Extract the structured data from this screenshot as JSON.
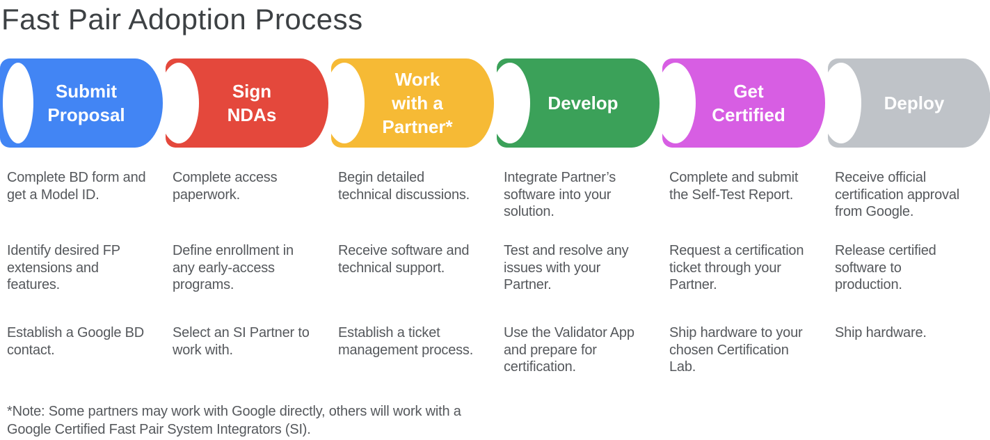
{
  "title": "Fast Pair Adoption Process",
  "note": "*Note: Some partners may work with Google directly, others will work with a\nGoogle Certified Fast Pair System Integrators (SI).",
  "colors": {
    "blue": "#4285F4",
    "red": "#E4483C",
    "yellow": "#F6BA35",
    "green": "#3BA159",
    "magenta": "#D75EE3",
    "gray": "#BFC3C8",
    "title_text": "#3d4144",
    "body_text": "#55585c",
    "stage_text": "#ffffff"
  },
  "stages": [
    {
      "label": "Submit\nProposal",
      "color": "#4285F4",
      "items": [
        "Complete BD form and\nget a Model ID.",
        "Identify desired FP\nextensions and\nfeatures.",
        "Establish a Google BD\ncontact."
      ]
    },
    {
      "label": "Sign\nNDAs",
      "color": "#E4483C",
      "items": [
        "Complete access\npaperwork.",
        "Define enrollment in\nany early-access\nprograms.",
        "Select an SI Partner to\nwork with."
      ]
    },
    {
      "label": "Work\nwith a\nPartner*",
      "color": "#F6BA35",
      "items": [
        "Begin detailed\ntechnical discussions.",
        "Receive software and\ntechnical support.",
        "Establish a ticket\nmanagement process."
      ]
    },
    {
      "label": "Develop",
      "color": "#3BA159",
      "items": [
        "Integrate Partner’s\nsoftware into your\nsolution.",
        "Test and resolve any\nissues with your\nPartner.",
        "Use the Validator App\nand prepare for\ncertification."
      ]
    },
    {
      "label": "Get\nCertified",
      "color": "#D75EE3",
      "items": [
        "Complete and submit\nthe Self-Test Report.",
        "Request a certification\nticket through your\nPartner.",
        "Ship hardware to your\nchosen Certification\nLab."
      ]
    },
    {
      "label": "Deploy",
      "color": "#BFC3C8",
      "items": [
        "Receive official\ncertification approval\nfrom Google.",
        "Release certified\nsoftware to\nproduction.",
        "Ship hardware."
      ]
    }
  ]
}
